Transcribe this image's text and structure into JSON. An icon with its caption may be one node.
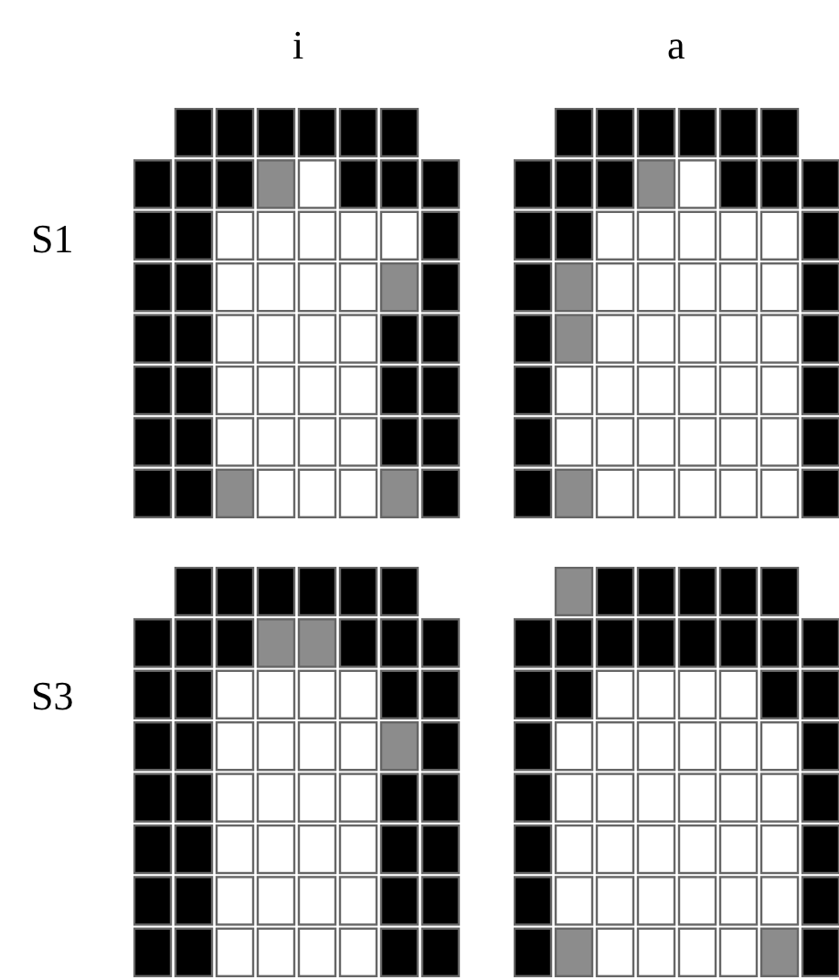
{
  "diagram": {
    "labels": [
      "i",
      "a",
      "S1",
      "S3"
    ]
  }
}
